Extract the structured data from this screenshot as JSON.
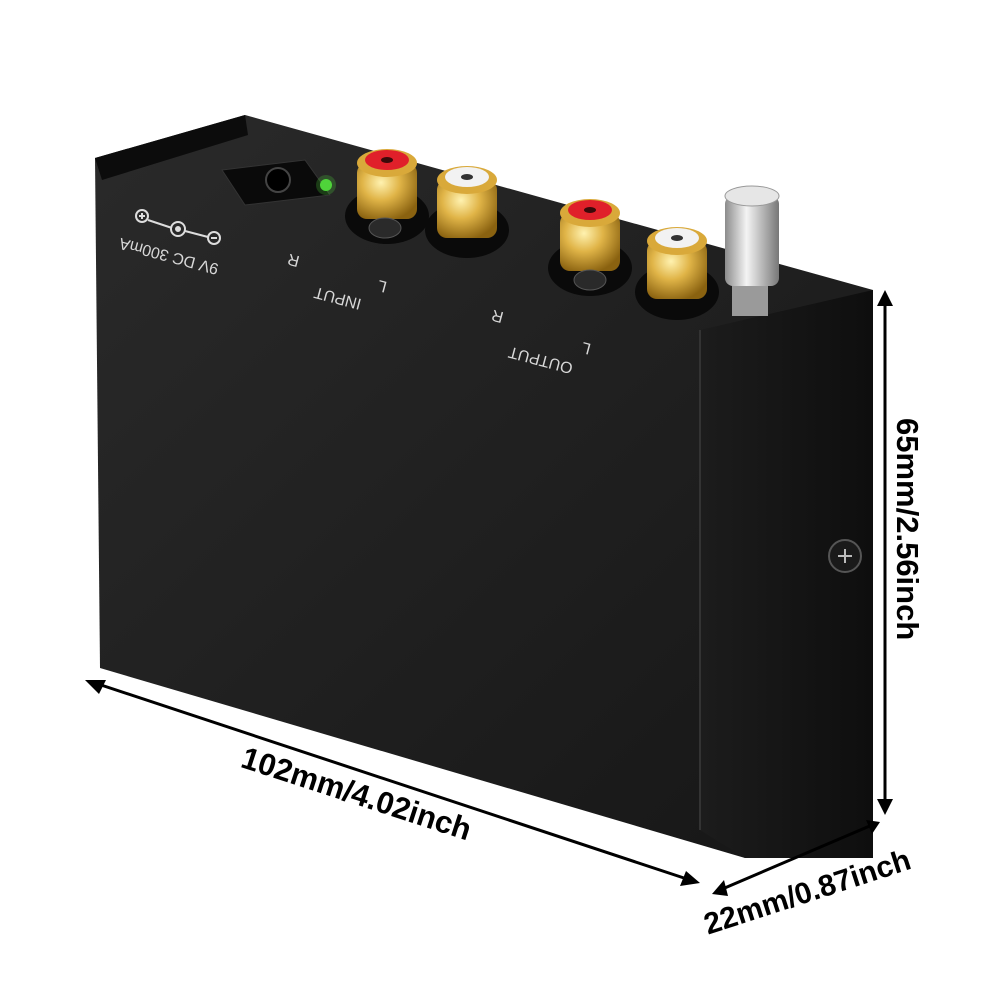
{
  "product": {
    "panel_labels": {
      "power_rating": "9V DC 300mA",
      "input_group": "INPUT",
      "output_group": "OUTPUT",
      "input_l": "L",
      "input_r": "R",
      "output_l": "L",
      "output_r": "R"
    },
    "colors": {
      "body": "#141414",
      "rca_gold": "#d9a93a",
      "rca_red": "#e0202a",
      "rca_white": "#f2f2f2",
      "led": "#4fd43a",
      "knob": "#cfcfcf"
    }
  },
  "dimensions": {
    "length": "102mm/4.02inch",
    "height": "65mm/2.56inch",
    "depth": "22mm/0.87inch"
  }
}
